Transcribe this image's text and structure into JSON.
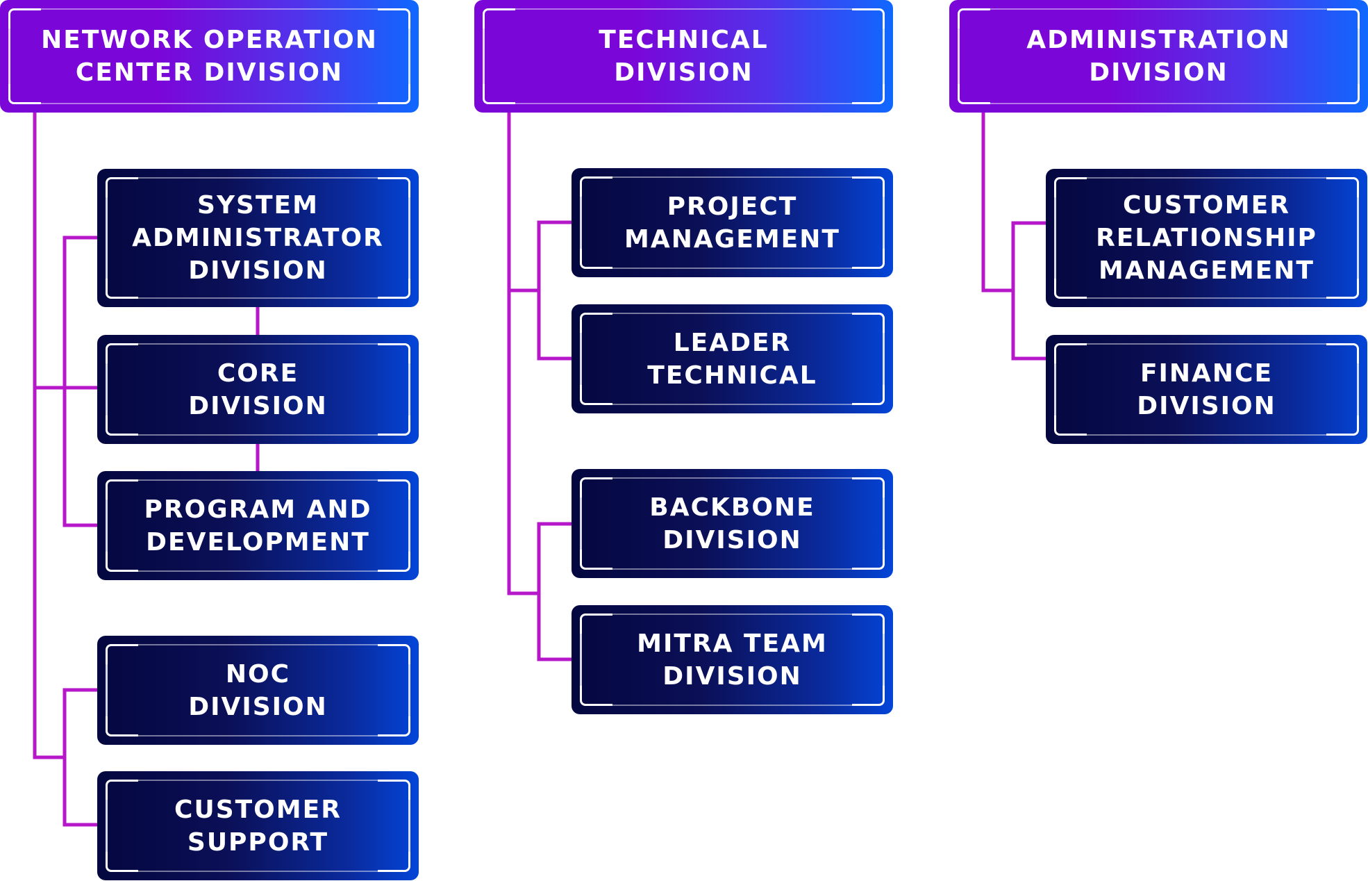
{
  "colors": {
    "connector": "#b517c9",
    "head_gradient_start": "#7a06d8",
    "head_gradient_end": "#0f68ff",
    "sub_gradient_start": "#04073f",
    "sub_gradient_end": "#0345d8",
    "text": "#ffffff"
  },
  "columns": [
    {
      "head": {
        "lines": [
          "NETWORK OPERATION",
          "CENTER DIVISION"
        ]
      },
      "units": [
        {
          "lines": [
            "SYSTEM",
            "ADMINISTRATOR",
            "DIVISION"
          ]
        },
        {
          "lines": [
            "CORE",
            "DIVISION"
          ]
        },
        {
          "lines": [
            "PROGRAM AND",
            "DEVELOPMENT"
          ]
        },
        {
          "lines": [
            "NOC",
            "DIVISION"
          ]
        },
        {
          "lines": [
            "CUSTOMER",
            "SUPPORT"
          ]
        }
      ]
    },
    {
      "head": {
        "lines": [
          "TECHNICAL",
          "DIVISION"
        ]
      },
      "units": [
        {
          "lines": [
            "PROJECT",
            "MANAGEMENT"
          ]
        },
        {
          "lines": [
            "LEADER",
            "TECHNICAL"
          ]
        },
        {
          "lines": [
            "BACKBONE",
            "DIVISION"
          ]
        },
        {
          "lines": [
            "MITRA TEAM",
            "DIVISION"
          ]
        }
      ]
    },
    {
      "head": {
        "lines": [
          "ADMINISTRATION",
          "DIVISION"
        ]
      },
      "units": [
        {
          "lines": [
            "CUSTOMER",
            "RELATIONSHIP",
            "MANAGEMENT"
          ]
        },
        {
          "lines": [
            "FINANCE",
            "DIVISION"
          ]
        }
      ]
    }
  ]
}
